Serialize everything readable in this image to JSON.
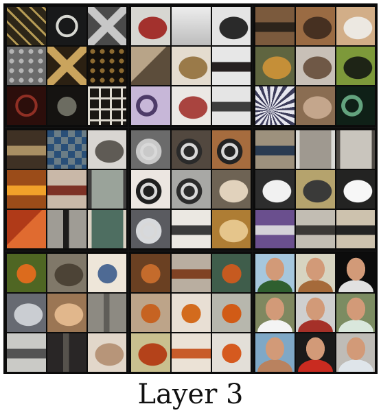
{
  "caption": "Layer 3",
  "groups": [
    {
      "name": "group-lattice-textures",
      "patches": [
        [
          "#2d2618",
          "#b59a54",
          "lattice"
        ],
        [
          "#18191a",
          "#d7d8d2",
          "honeycomb"
        ],
        [
          "#4a4a4a",
          "#c7c7c7",
          "diamond"
        ],
        [
          "#6a6a6a",
          "#b4b4b4",
          "hex"
        ],
        [
          "#2b2012",
          "#caa45d",
          "diamond"
        ],
        [
          "#14100b",
          "#8c6a31",
          "hex"
        ],
        [
          "#2c0e0b",
          "#8f2f24",
          "honeycomb"
        ],
        [
          "#151311",
          "#6c6c61",
          "round"
        ],
        [
          "#1a1713",
          "#ddd9cf",
          "grid"
        ]
      ]
    },
    {
      "name": "group-hands-and-legs",
      "patches": [
        [
          "#d7d6d1",
          "#a3312d",
          "blob"
        ],
        [
          "#ededed",
          "#bdbdbd",
          "plain"
        ],
        [
          "#e4e4e4",
          "#2a2a2a",
          "blob"
        ],
        [
          "#b8a488",
          "#5c4d3b",
          "diag"
        ],
        [
          "#e4dccf",
          "#9a7a49",
          "blob"
        ],
        [
          "#e7e7e7",
          "#262020",
          "stripe"
        ],
        [
          "#c7b7d8",
          "#4d3b68",
          "ring"
        ],
        [
          "#ebe8e4",
          "#a9443f",
          "blob"
        ],
        [
          "#e5e5e5",
          "#3d3d3d",
          "stripe"
        ]
      ]
    },
    {
      "name": "group-birds-and-flowers",
      "patches": [
        [
          "#7b5a3d",
          "#2d241b",
          "stripe"
        ],
        [
          "#9a6b43",
          "#463021",
          "blob"
        ],
        [
          "#d2ae88",
          "#ece8e1",
          "blob"
        ],
        [
          "#5f6540",
          "#c58f38",
          "blob"
        ],
        [
          "#c8c0b7",
          "#6f5846",
          "blob"
        ],
        [
          "#7d993a",
          "#1e2416",
          "blob"
        ],
        [
          "#3c3c5a",
          "#e7e7ef",
          "petals"
        ],
        [
          "#8a6d52",
          "#c4a68c",
          "blob"
        ],
        [
          "#0f2017",
          "#63a37e",
          "ring"
        ]
      ]
    },
    {
      "name": "group-poles-and-bars",
      "patches": [
        [
          "#3f3124",
          "#a98f63",
          "stripe"
        ],
        [
          "#6b7d86",
          "#294f78",
          "tile"
        ],
        [
          "#d9d6d2",
          "#5f5b55",
          "blob"
        ],
        [
          "#9b4c19",
          "#f1a12a",
          "stripe"
        ],
        [
          "#c9b8a8",
          "#7d3125",
          "stripe"
        ],
        [
          "#9aa39a",
          "#403f3e",
          "frame"
        ],
        [
          "#b03a18",
          "#e06b30",
          "diag"
        ],
        [
          "#9f9c95",
          "#1d1c1b",
          "pole"
        ],
        [
          "#4e6e61",
          "#d8d0c2",
          "frame"
        ]
      ]
    },
    {
      "name": "group-car-wheels",
      "patches": [
        [
          "#6b6b6b",
          "#c9c9c9",
          "wheel"
        ],
        [
          "#52483f",
          "#2a2a2a",
          "wheel"
        ],
        [
          "#a66c3e",
          "#232323",
          "wheel"
        ],
        [
          "#ece6e1",
          "#1f1f1f",
          "wheel"
        ],
        [
          "#a8a8a5",
          "#2b2b2b",
          "wheel"
        ],
        [
          "#6e6354",
          "#e1d2bc",
          "blob"
        ],
        [
          "#5a5b60",
          "#d7d9dc",
          "wheel"
        ],
        [
          "#ebe8e2",
          "#3b3b3b",
          "stripe"
        ],
        [
          "#ae7d34",
          "#e5c58b",
          "blob"
        ]
      ]
    },
    {
      "name": "group-vehicles",
      "patches": [
        [
          "#9d917d",
          "#2a3b51",
          "stripe"
        ],
        [
          "#9f9990",
          "#dadad6",
          "frame"
        ],
        [
          "#c9c5bd",
          "#4f4b46",
          "frame"
        ],
        [
          "#2d2d2d",
          "#f1f1f1",
          "blob"
        ],
        [
          "#b5a36d",
          "#3a3a39",
          "blob"
        ],
        [
          "#232322",
          "#f7f7f7",
          "blob"
        ],
        [
          "#6a4f8e",
          "#d4d1d8",
          "stripe"
        ],
        [
          "#c2bdb3",
          "#3a3835",
          "stripe"
        ],
        [
          "#cdc2ae",
          "#232323",
          "stripe"
        ]
      ]
    },
    {
      "name": "group-round-objects",
      "patches": [
        [
          "#4f6623",
          "#dc6b1d",
          "round"
        ],
        [
          "#807869",
          "#4c4336",
          "blob"
        ],
        [
          "#eee6d9",
          "#4e6a94",
          "round"
        ],
        [
          "#676a72",
          "#cacdd2",
          "blob"
        ],
        [
          "#9b7654",
          "#e1b78c",
          "blob"
        ],
        [
          "#8d8a82",
          "#5f5d58",
          "pole"
        ],
        [
          "#cacac6",
          "#535353",
          "stripe"
        ],
        [
          "#292626",
          "#56524c",
          "pole"
        ],
        [
          "#e2d7ca",
          "#b79579",
          "blob"
        ]
      ]
    },
    {
      "name": "group-pumpkins-and-orange",
      "patches": [
        [
          "#6a4022",
          "#c46b2c",
          "round"
        ],
        [
          "#b9aea0",
          "#804224",
          "stripe"
        ],
        [
          "#3f5d4b",
          "#c65a20",
          "round"
        ],
        [
          "#bda489",
          "#c66322",
          "round"
        ],
        [
          "#e8dfd4",
          "#d36b1d",
          "round"
        ],
        [
          "#b7b7ad",
          "#d15b16",
          "round"
        ],
        [
          "#c9c08f",
          "#b4421a",
          "blob"
        ],
        [
          "#ebe2d6",
          "#c85c2a",
          "stripe"
        ],
        [
          "#e3dfd8",
          "#d55a1f",
          "round"
        ]
      ]
    },
    {
      "name": "group-faces",
      "patches": [
        [
          "#a6c7dd",
          "#2f5f2f",
          "face"
        ],
        [
          "#d7d4c1",
          "#a56a3a",
          "face"
        ],
        [
          "#0c0c0c",
          "#e1e1e1",
          "face"
        ],
        [
          "#7f8860",
          "#f4f4f4",
          "face"
        ],
        [
          "#cfcfcf",
          "#a53028",
          "face"
        ],
        [
          "#7c8c62",
          "#d9e7dc",
          "face"
        ],
        [
          "#7fa8c6",
          "#b9825f",
          "face"
        ],
        [
          "#1a1a1a",
          "#c92b20",
          "face"
        ],
        [
          "#bfbcb7",
          "#dfe5ea",
          "face"
        ]
      ]
    }
  ]
}
